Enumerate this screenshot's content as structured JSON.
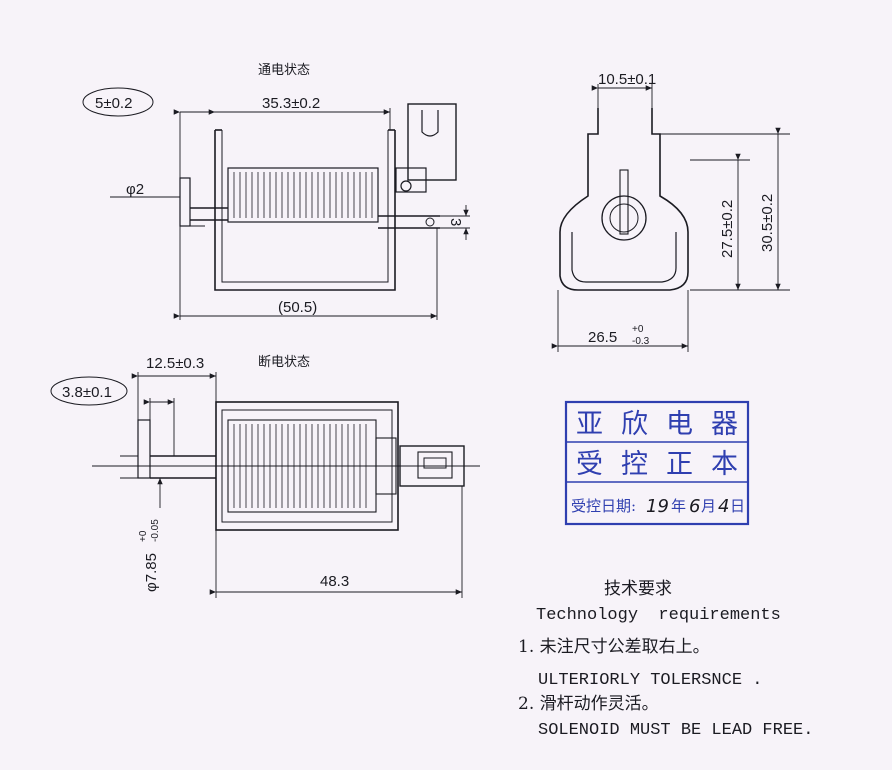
{
  "drawing": {
    "views": {
      "energized_label": "通电状态",
      "deenergized_label": "断电状态"
    },
    "dimensions": {
      "stroke_tol": "5±0.2",
      "body_length": "35.3±0.2",
      "plunger_dia": "φ2",
      "overall_length": "(50.5)",
      "small_offset": "3",
      "end_width": "10.5±0.1",
      "height_inner": "27.5±0.2",
      "height_outer": "30.5±0.2",
      "base_width_main": "26.5",
      "base_width_upper": "+0",
      "base_width_lower": "-0.3",
      "plunger_ext": "12.5±0.3",
      "stroke_off": "3.8±0.1",
      "body_len_off": "48.3",
      "dia_main": "φ7.85",
      "dia_upper": "+0",
      "dia_lower": "-0.05"
    }
  },
  "stamp": {
    "row1": [
      "亚",
      "欣",
      "电",
      "器"
    ],
    "row2": [
      "受",
      "控",
      "正",
      "本"
    ],
    "date_label": "受控日期:",
    "year": "19",
    "year_unit": "年",
    "month": "6",
    "month_unit": "月",
    "day": "4",
    "day_unit": "日"
  },
  "requirements": {
    "title_cn": "技术要求",
    "title_en": "Technology  requirements",
    "item1_cn": "1. 未注尺寸公差取右上。",
    "item1_en": "ULTERIORLY TOLERSNCE .",
    "item2_cn": "2. 滑杆动作灵活。",
    "item2_en": "SOLENOID MUST BE LEAD FREE."
  }
}
